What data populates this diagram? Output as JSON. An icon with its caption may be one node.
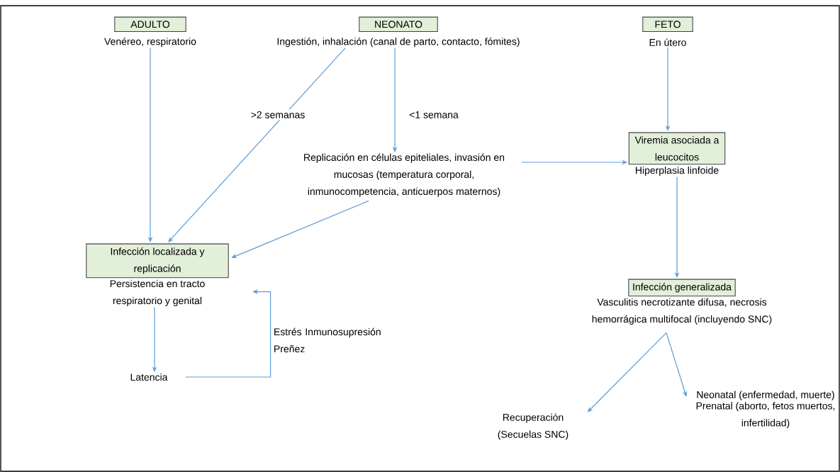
{
  "diagram": {
    "nodes": [
      {
        "text": [
          "ADULTO",
          "Venéreo, respiratorio"
        ]
      },
      {
        "text": [
          "NEONATO",
          "Ingestión, inhalación (canal de parto, contacto, fómites)"
        ]
      },
      {
        "text": [
          "FETO",
          "En útero"
        ]
      },
      {
        "text": [
          "Replicación en células epiteliales, invasión en mucosas (temperatura corporal, inmunocompetencia, anticuerpos maternos)"
        ]
      },
      {
        "text": [
          "Viremia asociada a leucocitos",
          "Hiperplasia linfoide"
        ]
      },
      {
        "text": [
          "Infección localizada y replicación",
          "Persistencia en tracto respiratorio y genital"
        ]
      },
      {
        "text": [
          "Latencia"
        ]
      },
      {
        "text": [
          "Infección generalizada",
          "Vasculitis necrotizante difusa, necrosis hemorrágica multifocal (incluyendo SNC)"
        ]
      },
      {
        "text": [
          "Recuperación (Secuelas SNC)"
        ]
      },
      {
        "text": [
          "Neonatal (enfermedad, muerte)",
          "Prenatal (aborto, fetos muertos, infertilidad)"
        ]
      }
    ],
    "edges": [
      {
        "from": 0,
        "to": 5,
        "arrow": "to"
      },
      {
        "from": 1,
        "to": 5,
        "arrow": "to",
        "label": ">2 semanas"
      },
      {
        "from": 1,
        "to": 3,
        "arrow": "to",
        "label": "<1 semana"
      },
      {
        "from": 3,
        "to": 4,
        "arrow": "to"
      },
      {
        "from": 2,
        "to": 4,
        "arrow": "to"
      },
      {
        "from": 3,
        "to": 5,
        "arrow": "to"
      },
      {
        "from": 4,
        "to": 7,
        "arrow": "to"
      },
      {
        "from": 5,
        "to": 6,
        "arrow": "to"
      },
      {
        "from": 6,
        "to": 5,
        "arrow": "to",
        "label": "Estrés Inmunosupresión Preñez"
      },
      {
        "from": 7,
        "to": 8,
        "arrow": "to"
      },
      {
        "from": 7,
        "to": 9,
        "arrow": "to"
      }
    ]
  }
}
